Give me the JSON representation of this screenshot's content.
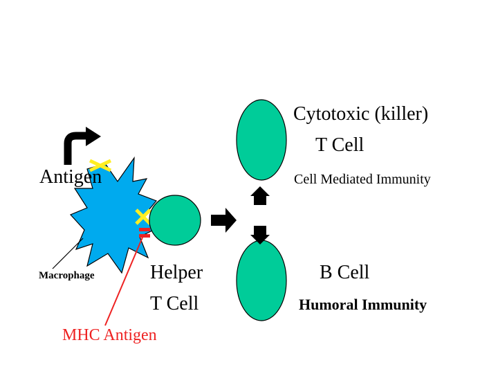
{
  "labels": {
    "cytotoxic_line1": "Cytotoxic (killer)",
    "cytotoxic_line2": "T Cell",
    "antigen": "Antigen",
    "cell_mediated_immunity": "Cell Mediated Immunity",
    "macrophage": "Macrophage",
    "helper_line1": "Helper",
    "helper_line2": "T Cell",
    "b_cell": "B Cell",
    "humoral_immunity": "Humoral Immunity",
    "mhc_antigen": "MHC Antigen"
  },
  "colors": {
    "cell_green": "#00CC99",
    "macrophage_blue": "#00AAEE",
    "antigen_yellow": "#FFEE22",
    "mhc_red": "#EE2222",
    "ink": "#000000"
  }
}
